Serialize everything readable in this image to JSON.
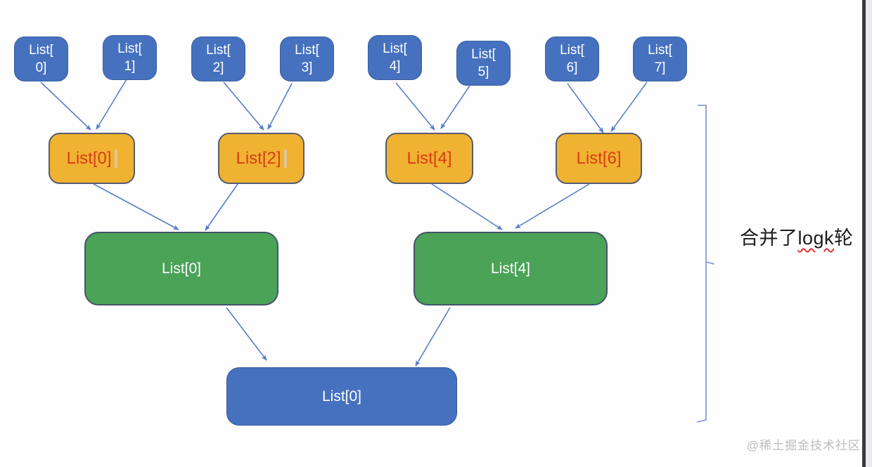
{
  "diagram": {
    "description": "merge k sorted lists - tournament merge tree",
    "levels": {
      "sources": [
        {
          "line1": "List[",
          "line2": "0]"
        },
        {
          "line1": "List[",
          "line2": "1]"
        },
        {
          "line1": "List[",
          "line2": "2]"
        },
        {
          "line1": "List[",
          "line2": "3]"
        },
        {
          "line1": "List[",
          "line2": "4]"
        },
        {
          "line1": "List[",
          "line2": "5]"
        },
        {
          "line1": "List[",
          "line2": "6]"
        },
        {
          "line1": "List[",
          "line2": "7]"
        }
      ],
      "round1": [
        {
          "label": "List[0]"
        },
        {
          "label": "List[2]"
        },
        {
          "label": "List[4]"
        },
        {
          "label": "List[6]"
        }
      ],
      "round2": [
        {
          "label": "List[0]"
        },
        {
          "label": "List[4]"
        }
      ],
      "result": [
        {
          "label": "List[0]"
        }
      ]
    },
    "annotation": {
      "prefix": "合并了",
      "misspelled_word": "logk",
      "suffix": "轮"
    },
    "watermark": "@稀土掘金技术社区",
    "colors": {
      "source_fill": "#4571bf",
      "round1_fill": "#f0b331",
      "round1_text": "#d93c15",
      "round1_border": "#565c6d",
      "round2_fill": "#4aa357",
      "result_fill": "#4571bf",
      "arrow": "#5a7dc9",
      "bracket": "#8a9bd4",
      "typo_underline": "#e03131"
    }
  }
}
